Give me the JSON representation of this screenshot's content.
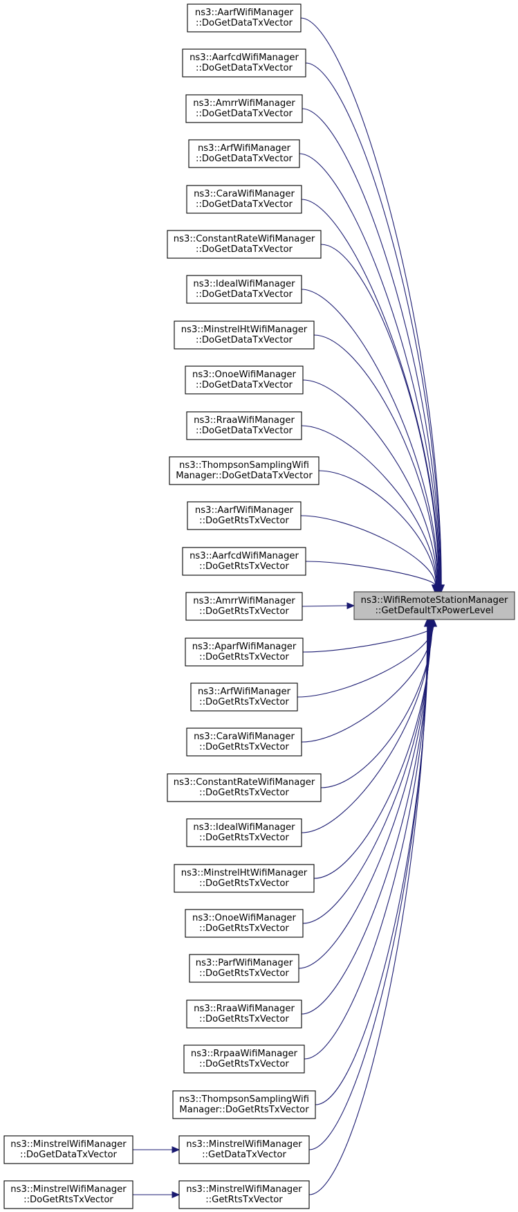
{
  "target": {
    "id": "target",
    "lines": [
      "ns3::WifiRemoteStationManager",
      "::GetDefaultTxPowerLevel"
    ]
  },
  "callers": [
    {
      "id": "c0",
      "lines": [
        "ns3::AarfWifiManager",
        "::DoGetDataTxVector"
      ]
    },
    {
      "id": "c1",
      "lines": [
        "ns3::AarfcdWifiManager",
        "::DoGetDataTxVector"
      ]
    },
    {
      "id": "c2",
      "lines": [
        "ns3::AmrrWifiManager",
        "::DoGetDataTxVector"
      ]
    },
    {
      "id": "c3",
      "lines": [
        "ns3::ArfWifiManager",
        "::DoGetDataTxVector"
      ]
    },
    {
      "id": "c4",
      "lines": [
        "ns3::CaraWifiManager",
        "::DoGetDataTxVector"
      ]
    },
    {
      "id": "c5",
      "lines": [
        "ns3::ConstantRateWifiManager",
        "::DoGetDataTxVector"
      ]
    },
    {
      "id": "c6",
      "lines": [
        "ns3::IdealWifiManager",
        "::DoGetDataTxVector"
      ]
    },
    {
      "id": "c7",
      "lines": [
        "ns3::MinstrelHtWifiManager",
        "::DoGetDataTxVector"
      ]
    },
    {
      "id": "c8",
      "lines": [
        "ns3::OnoeWifiManager",
        "::DoGetDataTxVector"
      ]
    },
    {
      "id": "c9",
      "lines": [
        "ns3::RraaWifiManager",
        "::DoGetDataTxVector"
      ]
    },
    {
      "id": "c10",
      "lines": [
        "ns3::ThompsonSamplingWifi",
        "Manager::DoGetDataTxVector"
      ]
    },
    {
      "id": "c11",
      "lines": [
        "ns3::AarfWifiManager",
        "::DoGetRtsTxVector"
      ]
    },
    {
      "id": "c12",
      "lines": [
        "ns3::AarfcdWifiManager",
        "::DoGetRtsTxVector"
      ]
    },
    {
      "id": "c13",
      "lines": [
        "ns3::AmrrWifiManager",
        "::DoGetRtsTxVector"
      ]
    },
    {
      "id": "c14",
      "lines": [
        "ns3::AparfWifiManager",
        "::DoGetRtsTxVector"
      ]
    },
    {
      "id": "c15",
      "lines": [
        "ns3::ArfWifiManager",
        "::DoGetRtsTxVector"
      ]
    },
    {
      "id": "c16",
      "lines": [
        "ns3::CaraWifiManager",
        "::DoGetRtsTxVector"
      ]
    },
    {
      "id": "c17",
      "lines": [
        "ns3::ConstantRateWifiManager",
        "::DoGetRtsTxVector"
      ]
    },
    {
      "id": "c18",
      "lines": [
        "ns3::IdealWifiManager",
        "::DoGetRtsTxVector"
      ]
    },
    {
      "id": "c19",
      "lines": [
        "ns3::MinstrelHtWifiManager",
        "::DoGetRtsTxVector"
      ]
    },
    {
      "id": "c20",
      "lines": [
        "ns3::OnoeWifiManager",
        "::DoGetRtsTxVector"
      ]
    },
    {
      "id": "c21",
      "lines": [
        "ns3::ParfWifiManager",
        "::DoGetRtsTxVector"
      ]
    },
    {
      "id": "c22",
      "lines": [
        "ns3::RraaWifiManager",
        "::DoGetRtsTxVector"
      ]
    },
    {
      "id": "c23",
      "lines": [
        "ns3::RrpaaWifiManager",
        "::DoGetRtsTxVector"
      ]
    },
    {
      "id": "c24",
      "lines": [
        "ns3::ThompsonSamplingWifi",
        "Manager::DoGetRtsTxVector"
      ]
    },
    {
      "id": "c25",
      "lines": [
        "ns3::MinstrelWifiManager",
        "::GetDataTxVector"
      ]
    },
    {
      "id": "c26",
      "lines": [
        "ns3::MinstrelWifiManager",
        "::GetRtsTxVector"
      ]
    }
  ],
  "outer_callers": [
    {
      "id": "o0",
      "calls": "c25",
      "lines": [
        "ns3::MinstrelWifiManager",
        "::DoGetDataTxVector"
      ]
    },
    {
      "id": "o1",
      "calls": "c26",
      "lines": [
        "ns3::MinstrelWifiManager",
        "::DoGetRtsTxVector"
      ]
    }
  ]
}
